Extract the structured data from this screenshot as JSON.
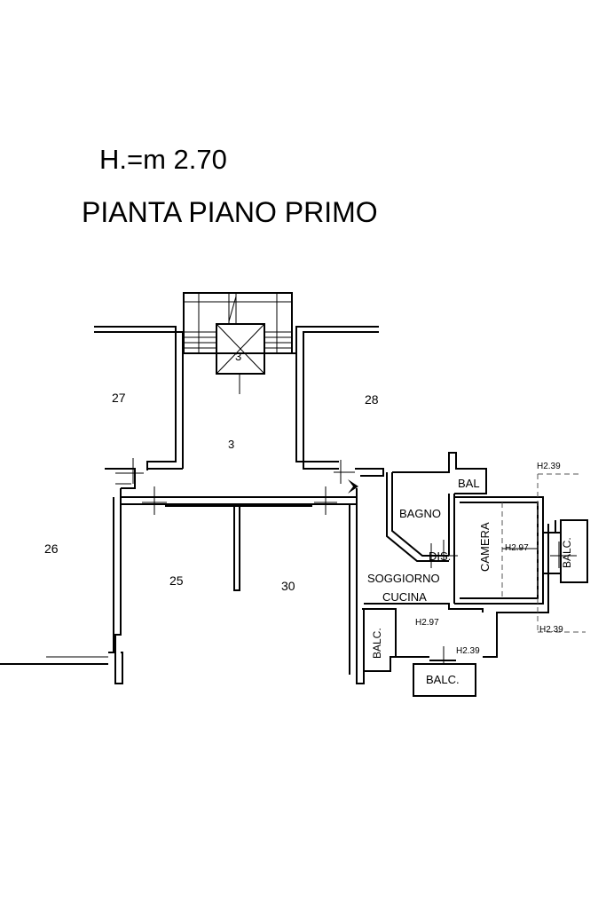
{
  "header": {
    "height_label": "H.=m 2.70",
    "title": "PIANTA PIANO PRIMO"
  },
  "units": {
    "u27": "27",
    "u28": "28",
    "u26": "26",
    "u25": "25",
    "u30": "30",
    "stair_number": "3",
    "landing_number": "3"
  },
  "rooms": {
    "bagno": "BAGNO",
    "camera": "CAMERA",
    "dis": "DIS.",
    "soggiorno": "SOGGIORNO",
    "cucina": "CUCINA",
    "bal_top": "BAL",
    "balc_right": "BALC.",
    "balc_left": "BALC.",
    "balc_bottom": "BALC."
  },
  "heights": {
    "top_right": "H2.39",
    "camera_inner": "H2.97",
    "living_inner": "H2.97",
    "bottom_right": "H2.39",
    "bottom_balcony": "H2.39"
  },
  "colors": {
    "ink": "#000000",
    "paper": "#ffffff",
    "dashed": "#555555"
  }
}
